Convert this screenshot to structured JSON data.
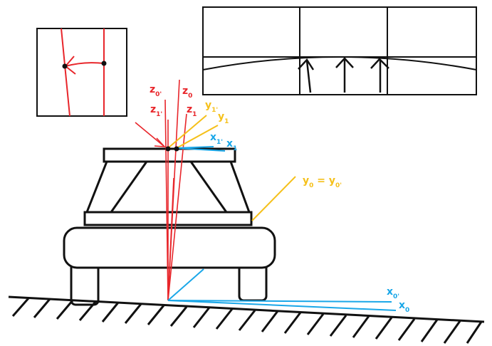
{
  "colors": {
    "red": "#e8262b",
    "yellow": "#f5c01a",
    "blue": "#1aa7e8",
    "black": "#111111"
  },
  "labels": {
    "z0p": {
      "main": "z",
      "sub": "0'"
    },
    "z0": {
      "main": "z",
      "sub": "0"
    },
    "z1p": {
      "main": "z",
      "sub": "1'"
    },
    "z1": {
      "main": "z",
      "sub": "1"
    },
    "y1p": {
      "main": "y",
      "sub": "1'"
    },
    "y1": {
      "main": "y",
      "sub": "1"
    },
    "x1p": {
      "main": "x",
      "sub": "1'"
    },
    "x1": {
      "main": "x",
      "sub": "1"
    },
    "y0eq": {
      "main": "y",
      "sub": "0",
      "eq": " = ",
      "main2": "y",
      "sub2": "0'"
    },
    "x0p": {
      "main": "x",
      "sub": "0'"
    },
    "x0": {
      "main": "x",
      "sub": "0"
    }
  }
}
